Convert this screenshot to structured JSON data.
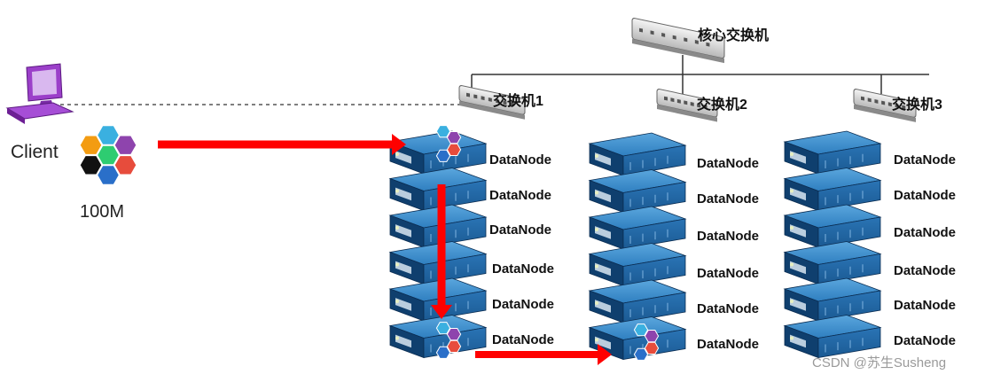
{
  "core_switch": {
    "label": "核心交换机"
  },
  "client": {
    "label": "Client",
    "size": "100M"
  },
  "racks": [
    {
      "switch_label": "交换机1",
      "nodes": [
        "DataNode",
        "DataNode",
        "DataNode",
        "DataNode",
        "DataNode",
        "DataNode"
      ]
    },
    {
      "switch_label": "交换机2",
      "nodes": [
        "DataNode",
        "DataNode",
        "DataNode",
        "DataNode",
        "DataNode",
        "DataNode"
      ]
    },
    {
      "switch_label": "交换机3",
      "nodes": [
        "DataNode",
        "DataNode",
        "DataNode",
        "DataNode",
        "DataNode",
        "DataNode"
      ]
    }
  ],
  "watermark": "CSDN @苏生Susheng",
  "colors": {
    "arrow": "#ff0000",
    "server_top": "#2f7fc0",
    "server_front": "#1b5a93",
    "server_side": "#0f3f6e",
    "block_colors": [
      "#f39c12",
      "#3ab0e0",
      "#8e44ad",
      "#e74c3c",
      "#111111",
      "#2ecc71",
      "#2a6fc9"
    ]
  }
}
